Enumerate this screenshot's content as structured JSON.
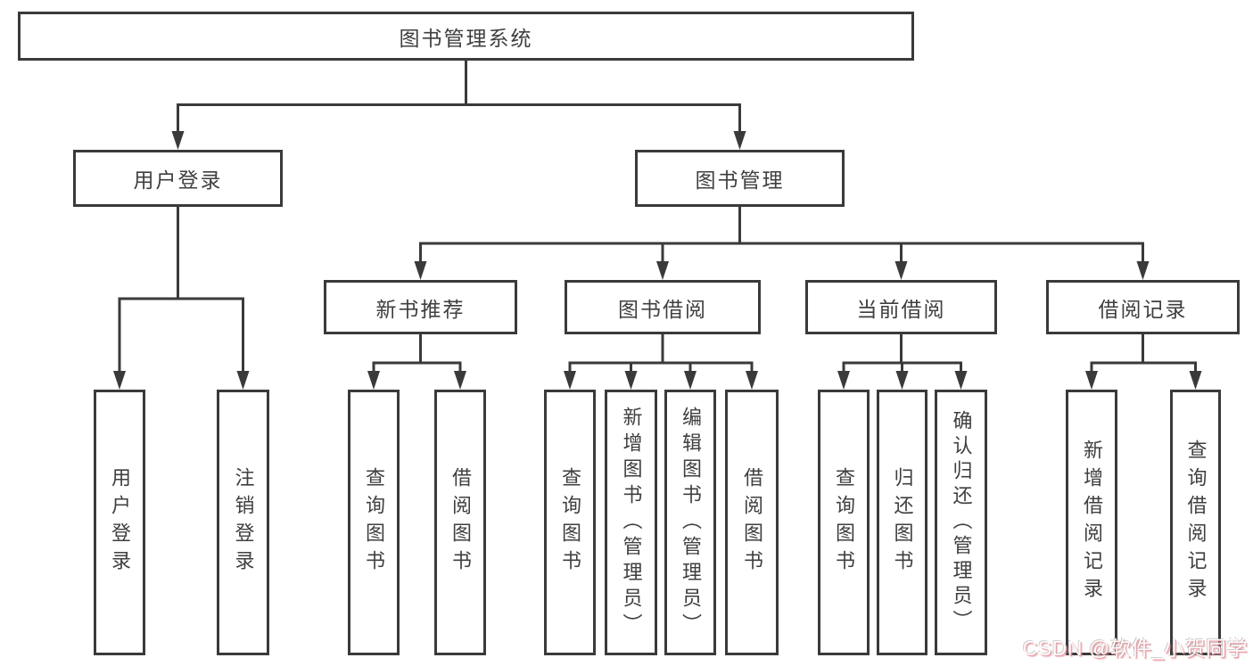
{
  "diagram": {
    "root": {
      "label": "图书管理系统"
    },
    "level2": [
      {
        "label": "用户登录"
      },
      {
        "label": "图书管理"
      }
    ],
    "level3": [
      {
        "label": "新书推荐"
      },
      {
        "label": "图书借阅"
      },
      {
        "label": "当前借阅"
      },
      {
        "label": "借阅记录"
      }
    ],
    "leaves": {
      "user_login": [
        {
          "label": "用户登录"
        },
        {
          "label": "注销登录"
        }
      ],
      "new_book": [
        {
          "label": "查询图书"
        },
        {
          "label": "借阅图书"
        }
      ],
      "book_borrow": [
        {
          "label": "查询图书"
        },
        {
          "label": "新增图书（管理员）"
        },
        {
          "label": "编辑图书（管理员）"
        },
        {
          "label": "借阅图书"
        }
      ],
      "current_borrow": [
        {
          "label": "查询图书"
        },
        {
          "label": "归还图书"
        },
        {
          "label": "确认归还（管理员）"
        }
      ],
      "borrow_records": [
        {
          "label": "新增借阅记录"
        },
        {
          "label": "查询借阅记录"
        }
      ]
    }
  },
  "watermark": {
    "text": "CSDN @软件_小贺同学"
  },
  "colors": {
    "background": "#ffffff",
    "line": "#3a3a3a",
    "text": "#3f3f3f",
    "box_fill": "#ffffff",
    "watermark_text": "#ffffff",
    "watermark_shadow": "#e38c94"
  }
}
